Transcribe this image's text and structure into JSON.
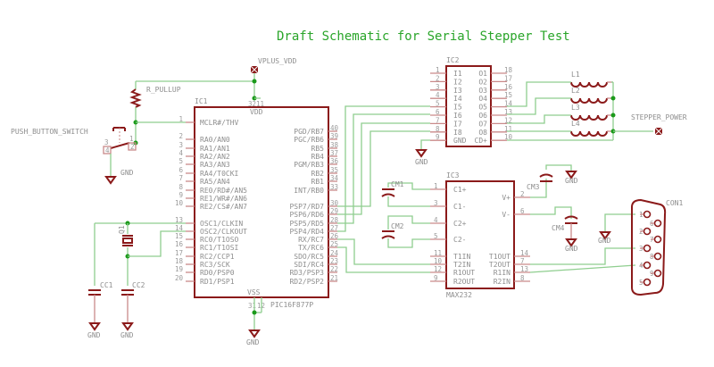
{
  "title": "Draft Schematic for Serial Stepper Test",
  "supplies": {
    "vplus": "VPLUS_VDD",
    "stepper": "STEPPER_POWER",
    "gnd": "GND"
  },
  "parts": {
    "r_pullup": "R_PULLUP",
    "switch": "PUSH_BUTTON_SWITCH",
    "q1": "Q1",
    "cc1": "CC1",
    "cc2": "CC2",
    "cm1": "CM1",
    "cm2": "CM2",
    "cm3": "CM3",
    "cm4": "CM4",
    "l1": "L1",
    "l2": "L2",
    "l3": "L3",
    "l4": "L4",
    "con1": "CON1"
  },
  "switch_pins": [
    "3",
    "4",
    "1",
    "2"
  ],
  "ic1": {
    "name": "IC1",
    "value": "PIC16F877P",
    "vdd": "VDD",
    "vss": "VSS",
    "vdd_pins": [
      "32",
      "11"
    ],
    "vss_pins": [
      "31",
      "12"
    ],
    "left_pins": [
      {
        "num": "1",
        "label": "MCLR#/THV"
      },
      {
        "num": "2",
        "label": "RA0/AN0"
      },
      {
        "num": "3",
        "label": "RA1/AN1"
      },
      {
        "num": "4",
        "label": "RA2/AN2"
      },
      {
        "num": "5",
        "label": "RA3/AN3"
      },
      {
        "num": "6",
        "label": "RA4/T0CKI"
      },
      {
        "num": "7",
        "label": "RA5/AN4"
      },
      {
        "num": "8",
        "label": "RE0/RD#/AN5"
      },
      {
        "num": "9",
        "label": "RE1/WR#/AN6"
      },
      {
        "num": "10",
        "label": "RE2/CS#/AN7"
      },
      {
        "num": "13",
        "label": "OSC1/CLKIN"
      },
      {
        "num": "14",
        "label": "OSC2/CLKOUT"
      },
      {
        "num": "15",
        "label": "RC0/T1OSO"
      },
      {
        "num": "16",
        "label": "RC1/T1OSI"
      },
      {
        "num": "17",
        "label": "RC2/CCP1"
      },
      {
        "num": "18",
        "label": "RC3/SCK"
      },
      {
        "num": "19",
        "label": "RD0/PSP0"
      },
      {
        "num": "20",
        "label": "RD1/PSP1"
      }
    ],
    "right_pins": [
      {
        "num": "40",
        "label": "PGD/RB7"
      },
      {
        "num": "39",
        "label": "PGC/RB6"
      },
      {
        "num": "38",
        "label": "RB5"
      },
      {
        "num": "37",
        "label": "RB4"
      },
      {
        "num": "36",
        "label": "PGM/RB3"
      },
      {
        "num": "35",
        "label": "RB2"
      },
      {
        "num": "34",
        "label": "RB1"
      },
      {
        "num": "33",
        "label": "INT/RB0"
      },
      {
        "num": "30",
        "label": "PSP7/RD7"
      },
      {
        "num": "29",
        "label": "PSP6/RD6"
      },
      {
        "num": "28",
        "label": "PSP5/RD5"
      },
      {
        "num": "27",
        "label": "PSP4/RD4"
      },
      {
        "num": "26",
        "label": "RX/RC7"
      },
      {
        "num": "25",
        "label": "TX/RC6"
      },
      {
        "num": "24",
        "label": "SDO/RC5"
      },
      {
        "num": "23",
        "label": "SDI/RC4"
      },
      {
        "num": "22",
        "label": "RD3/PSP3"
      },
      {
        "num": "21",
        "label": "RD2/PSP2"
      }
    ]
  },
  "ic2": {
    "name": "IC2",
    "left_pins": [
      {
        "num": "1",
        "label": "I1"
      },
      {
        "num": "2",
        "label": "I2"
      },
      {
        "num": "3",
        "label": "I3"
      },
      {
        "num": "4",
        "label": "I4"
      },
      {
        "num": "5",
        "label": "I5"
      },
      {
        "num": "6",
        "label": "I6"
      },
      {
        "num": "7",
        "label": "I7"
      },
      {
        "num": "8",
        "label": "I8"
      },
      {
        "num": "9",
        "label": "GND"
      }
    ],
    "right_pins": [
      {
        "num": "18",
        "label": "O1"
      },
      {
        "num": "17",
        "label": "O2"
      },
      {
        "num": "16",
        "label": "O3"
      },
      {
        "num": "15",
        "label": "O4"
      },
      {
        "num": "14",
        "label": "O5"
      },
      {
        "num": "13",
        "label": "O6"
      },
      {
        "num": "12",
        "label": "O7"
      },
      {
        "num": "11",
        "label": "O8"
      },
      {
        "num": "10",
        "label": "CD+"
      }
    ]
  },
  "ic3": {
    "name": "IC3",
    "value": "MAX232",
    "left_pins": [
      {
        "num": "1",
        "label": "C1+"
      },
      {
        "num": "3",
        "label": "C1-"
      },
      {
        "num": "4",
        "label": "C2+"
      },
      {
        "num": "5",
        "label": "C2-"
      },
      {
        "num": "11",
        "label": "T1IN"
      },
      {
        "num": "10",
        "label": "T2IN"
      },
      {
        "num": "12",
        "label": "R1OUT"
      },
      {
        "num": "9",
        "label": "R2OUT"
      }
    ],
    "right_pins": [
      {
        "num": "2",
        "label": "V+"
      },
      {
        "num": "6",
        "label": "V-"
      },
      {
        "num": "14",
        "label": "T1OUT"
      },
      {
        "num": "7",
        "label": "T2OUT"
      },
      {
        "num": "13",
        "label": "R1IN"
      },
      {
        "num": "8",
        "label": "R2IN"
      }
    ]
  },
  "con1_pins": [
    "1",
    "2",
    "3",
    "4",
    "5",
    "6",
    "7",
    "8",
    "9"
  ]
}
